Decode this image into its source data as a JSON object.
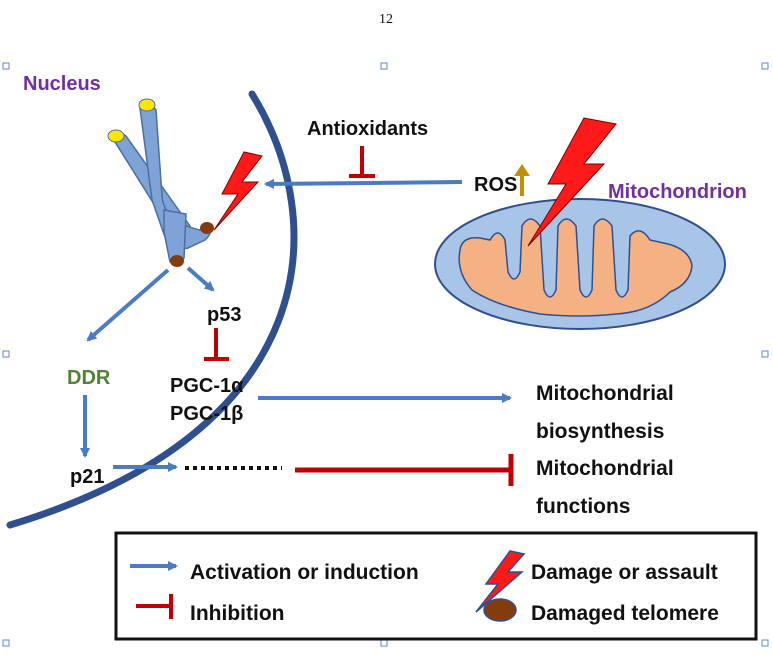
{
  "page": {
    "number": "12"
  },
  "diagram": {
    "labels": {
      "nucleus": "Nucleus",
      "mitochondrion": "Mitochondrion",
      "antioxidants": "Antioxidants",
      "ros": "ROS",
      "p53": "p53",
      "ddr": "DDR",
      "p21": "p21",
      "pgc1a": "PGC-1α",
      "pgc1b": "PGC-1β",
      "mito_bio_line1": "Mitochondrial",
      "mito_bio_line2": "biosynthesis",
      "mito_func_line1": "Mitochondrial",
      "mito_func_line2": "functions"
    },
    "colors": {
      "nucleus_label": "#7030a0",
      "mitochondrion_label": "#7030a0",
      "ddr_label": "#548235",
      "activation_arrow": "#4a7cc4",
      "inhibition": "#c00000",
      "nuclear_membrane": "#2f4f8f",
      "lightning": "#ff1a1a",
      "telomere_damaged": "#843c0c",
      "ros_up_arrow": "#bf9000",
      "mito_outer": "#a8c4e6",
      "mito_inner": "#f4b183",
      "chromosome": "#7fa3d6"
    }
  },
  "legend": {
    "activation": "Activation or induction",
    "inhibition": "Inhibition",
    "damage": "Damage or assault",
    "telomere": "Damaged telomere"
  }
}
